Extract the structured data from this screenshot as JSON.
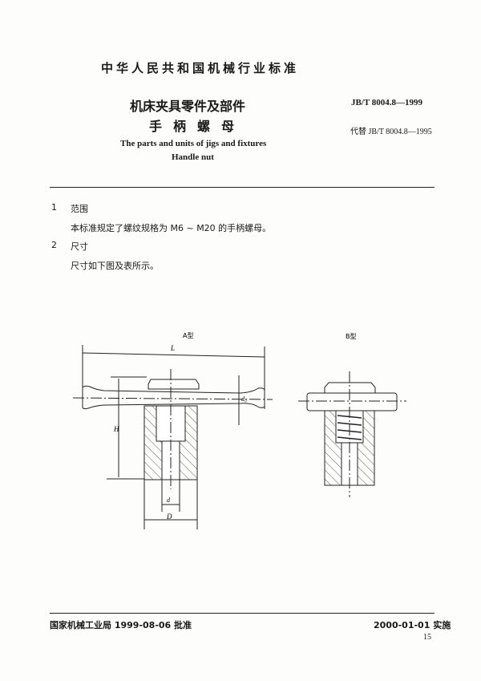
{
  "header": {
    "org": "中华人民共和国机械行业标准",
    "standard_number": "JB/T 8004.8—1999",
    "replaces": "代替 JB/T 8004.8—1995"
  },
  "title": {
    "cn_line1": "机床夹具零件及部件",
    "cn_line2": "手柄螺母",
    "en_line1": "The parts and units of jigs and fixtures",
    "en_line2": "Handle nut"
  },
  "sections": [
    {
      "num": "1",
      "title": "范围",
      "text": "本标准规定了螺纹规格为 M6 ~ M20 的手柄螺母。"
    },
    {
      "num": "2",
      "title": "尺寸",
      "text": "尺寸如下图及表所示。"
    }
  ],
  "figure": {
    "type_a_label": "A型",
    "type_b_label": "B型",
    "dims": {
      "L": "L",
      "H": "H",
      "d0": "d₀",
      "d": "d",
      "D": "D"
    }
  },
  "footer": {
    "issued": "国家机械工业局 1999-08-06 批准",
    "effective": "2000-01-01 实施",
    "page": "15"
  }
}
